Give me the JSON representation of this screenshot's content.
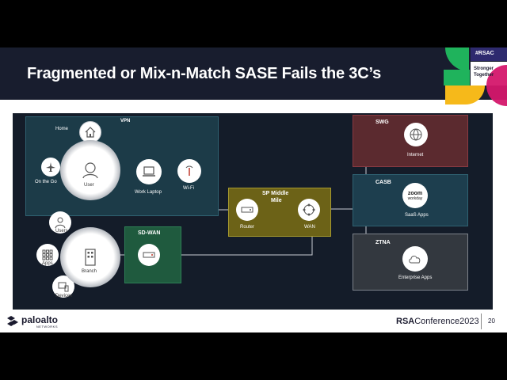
{
  "slide": {
    "title": "Fragmented or Mix-n-Match SASE Fails the 3C’s",
    "page_number": "20"
  },
  "badge": {
    "hashtag": "#RSAC",
    "tagline_1": "Stronger",
    "tagline_2": "Together"
  },
  "footer": {
    "logo_text": "paloalto",
    "logo_sub": "NETWORKS",
    "conference_1": "RSA",
    "conference_2": "Conference2023"
  },
  "diagram": {
    "vpn": {
      "title": "VPN",
      "home": "Home",
      "on_the_go": "On the Go",
      "user": "User",
      "laptop": "Work Laptop",
      "wifi": "Wi-Fi"
    },
    "branch": {
      "users": "Users",
      "apps": "Apps",
      "devices": "Devices",
      "branch": "Branch"
    },
    "sdwan": {
      "title": "SD-WAN"
    },
    "sp": {
      "title_1": "SP Middle",
      "title_2": "Mile",
      "router": "Router",
      "wan": "WAN"
    },
    "swg": {
      "title": "SWG",
      "label": "Internet"
    },
    "casb": {
      "title": "CASB",
      "label": "SaaS Apps",
      "logo_1": "zoom",
      "logo_2": "workday"
    },
    "ztna": {
      "title": "ZTNA",
      "label": "Enterprise Apps"
    }
  },
  "colors": {
    "title_bar": "#181d2e",
    "diagram_bg": "#141c29",
    "vpn_box": "#1c3b48",
    "sdwan_box": "#1f5a3e",
    "sp_box": "#6c6217",
    "swg_box": "#5b2a2f",
    "casb_box": "#1d3e4e",
    "ztna_box": "#33383f",
    "connector": "#c9ccd2",
    "badge_green": "#1fb35c",
    "badge_pink": "#d4176b",
    "badge_yellow": "#f6b91a",
    "badge_purple": "#2e2a6e"
  }
}
